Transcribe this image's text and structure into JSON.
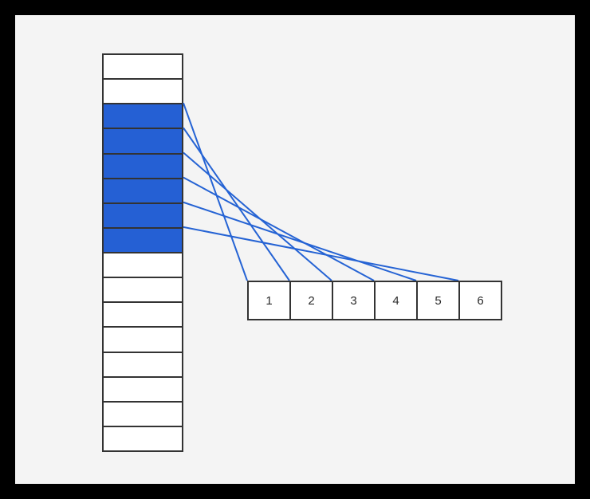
{
  "figure": {
    "title": "Array slice mapping diagram",
    "background_color": "#f4f4f4",
    "frame_color": "#000000",
    "border_color": "#333333",
    "accent_color": "#2560d4",
    "line_color": "#2563d4"
  },
  "source_column": {
    "name": "source-array-column",
    "orientation": "vertical",
    "total_cells": 16,
    "selected_indices": [
      2,
      3,
      4,
      5,
      6,
      7
    ],
    "cells": [
      {
        "label": "",
        "selected": false
      },
      {
        "label": "",
        "selected": false
      },
      {
        "label": "",
        "selected": true
      },
      {
        "label": "",
        "selected": true
      },
      {
        "label": "",
        "selected": true
      },
      {
        "label": "",
        "selected": true
      },
      {
        "label": "",
        "selected": true
      },
      {
        "label": "",
        "selected": true
      },
      {
        "label": "",
        "selected": false
      },
      {
        "label": "",
        "selected": false
      },
      {
        "label": "",
        "selected": false
      },
      {
        "label": "",
        "selected": false
      },
      {
        "label": "",
        "selected": false
      },
      {
        "label": "",
        "selected": false
      },
      {
        "label": "",
        "selected": false
      },
      {
        "label": "",
        "selected": false
      }
    ]
  },
  "target_row": {
    "name": "result-array-row",
    "orientation": "horizontal",
    "total_cells": 6,
    "cells": [
      {
        "label": "1"
      },
      {
        "label": "2"
      },
      {
        "label": "3"
      },
      {
        "label": "4"
      },
      {
        "label": "5"
      },
      {
        "label": "6"
      }
    ]
  },
  "connectors": {
    "count": 6,
    "description": "Each selected column cell maps to one numbered row cell",
    "pairs": [
      {
        "from_cell": 2,
        "to_cell": "1"
      },
      {
        "from_cell": 3,
        "to_cell": "2"
      },
      {
        "from_cell": 4,
        "to_cell": "3"
      },
      {
        "from_cell": 5,
        "to_cell": "4"
      },
      {
        "from_cell": 6,
        "to_cell": "5"
      },
      {
        "from_cell": 7,
        "to_cell": "6"
      }
    ]
  }
}
